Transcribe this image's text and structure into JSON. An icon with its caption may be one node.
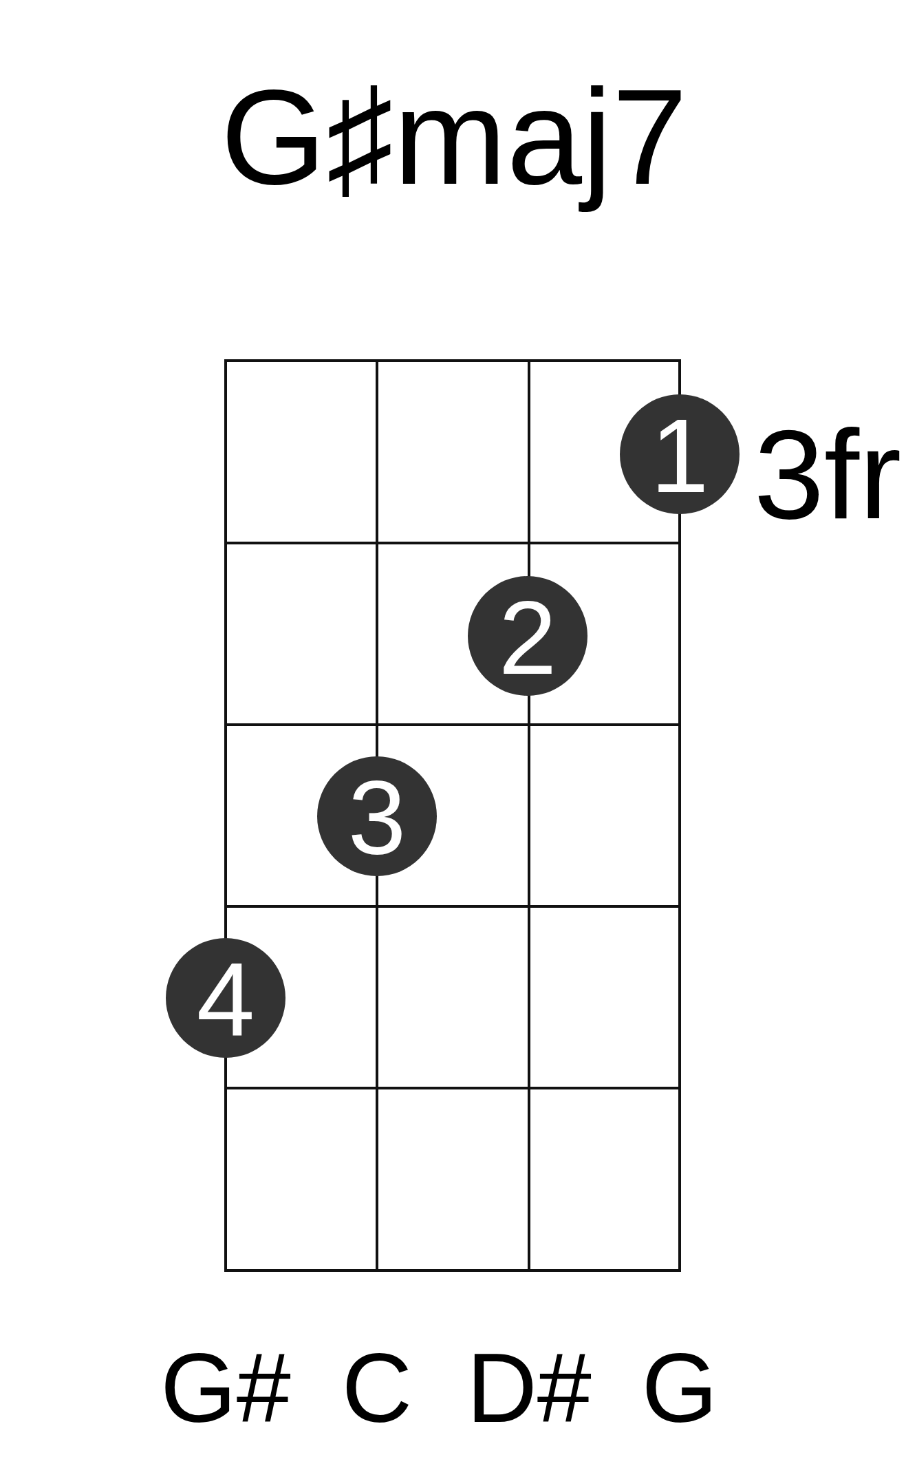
{
  "diagram": {
    "title": "G♯maj7",
    "nodes": [
      {
        "text": [
          "1"
        ]
      },
      {
        "text": [
          "2"
        ]
      },
      {
        "text": [
          "3"
        ]
      },
      {
        "text": [
          "4"
        ]
      }
    ],
    "edges": [],
    "labels": [
      "3fr",
      "G#",
      "C",
      "D#",
      "G"
    ]
  }
}
